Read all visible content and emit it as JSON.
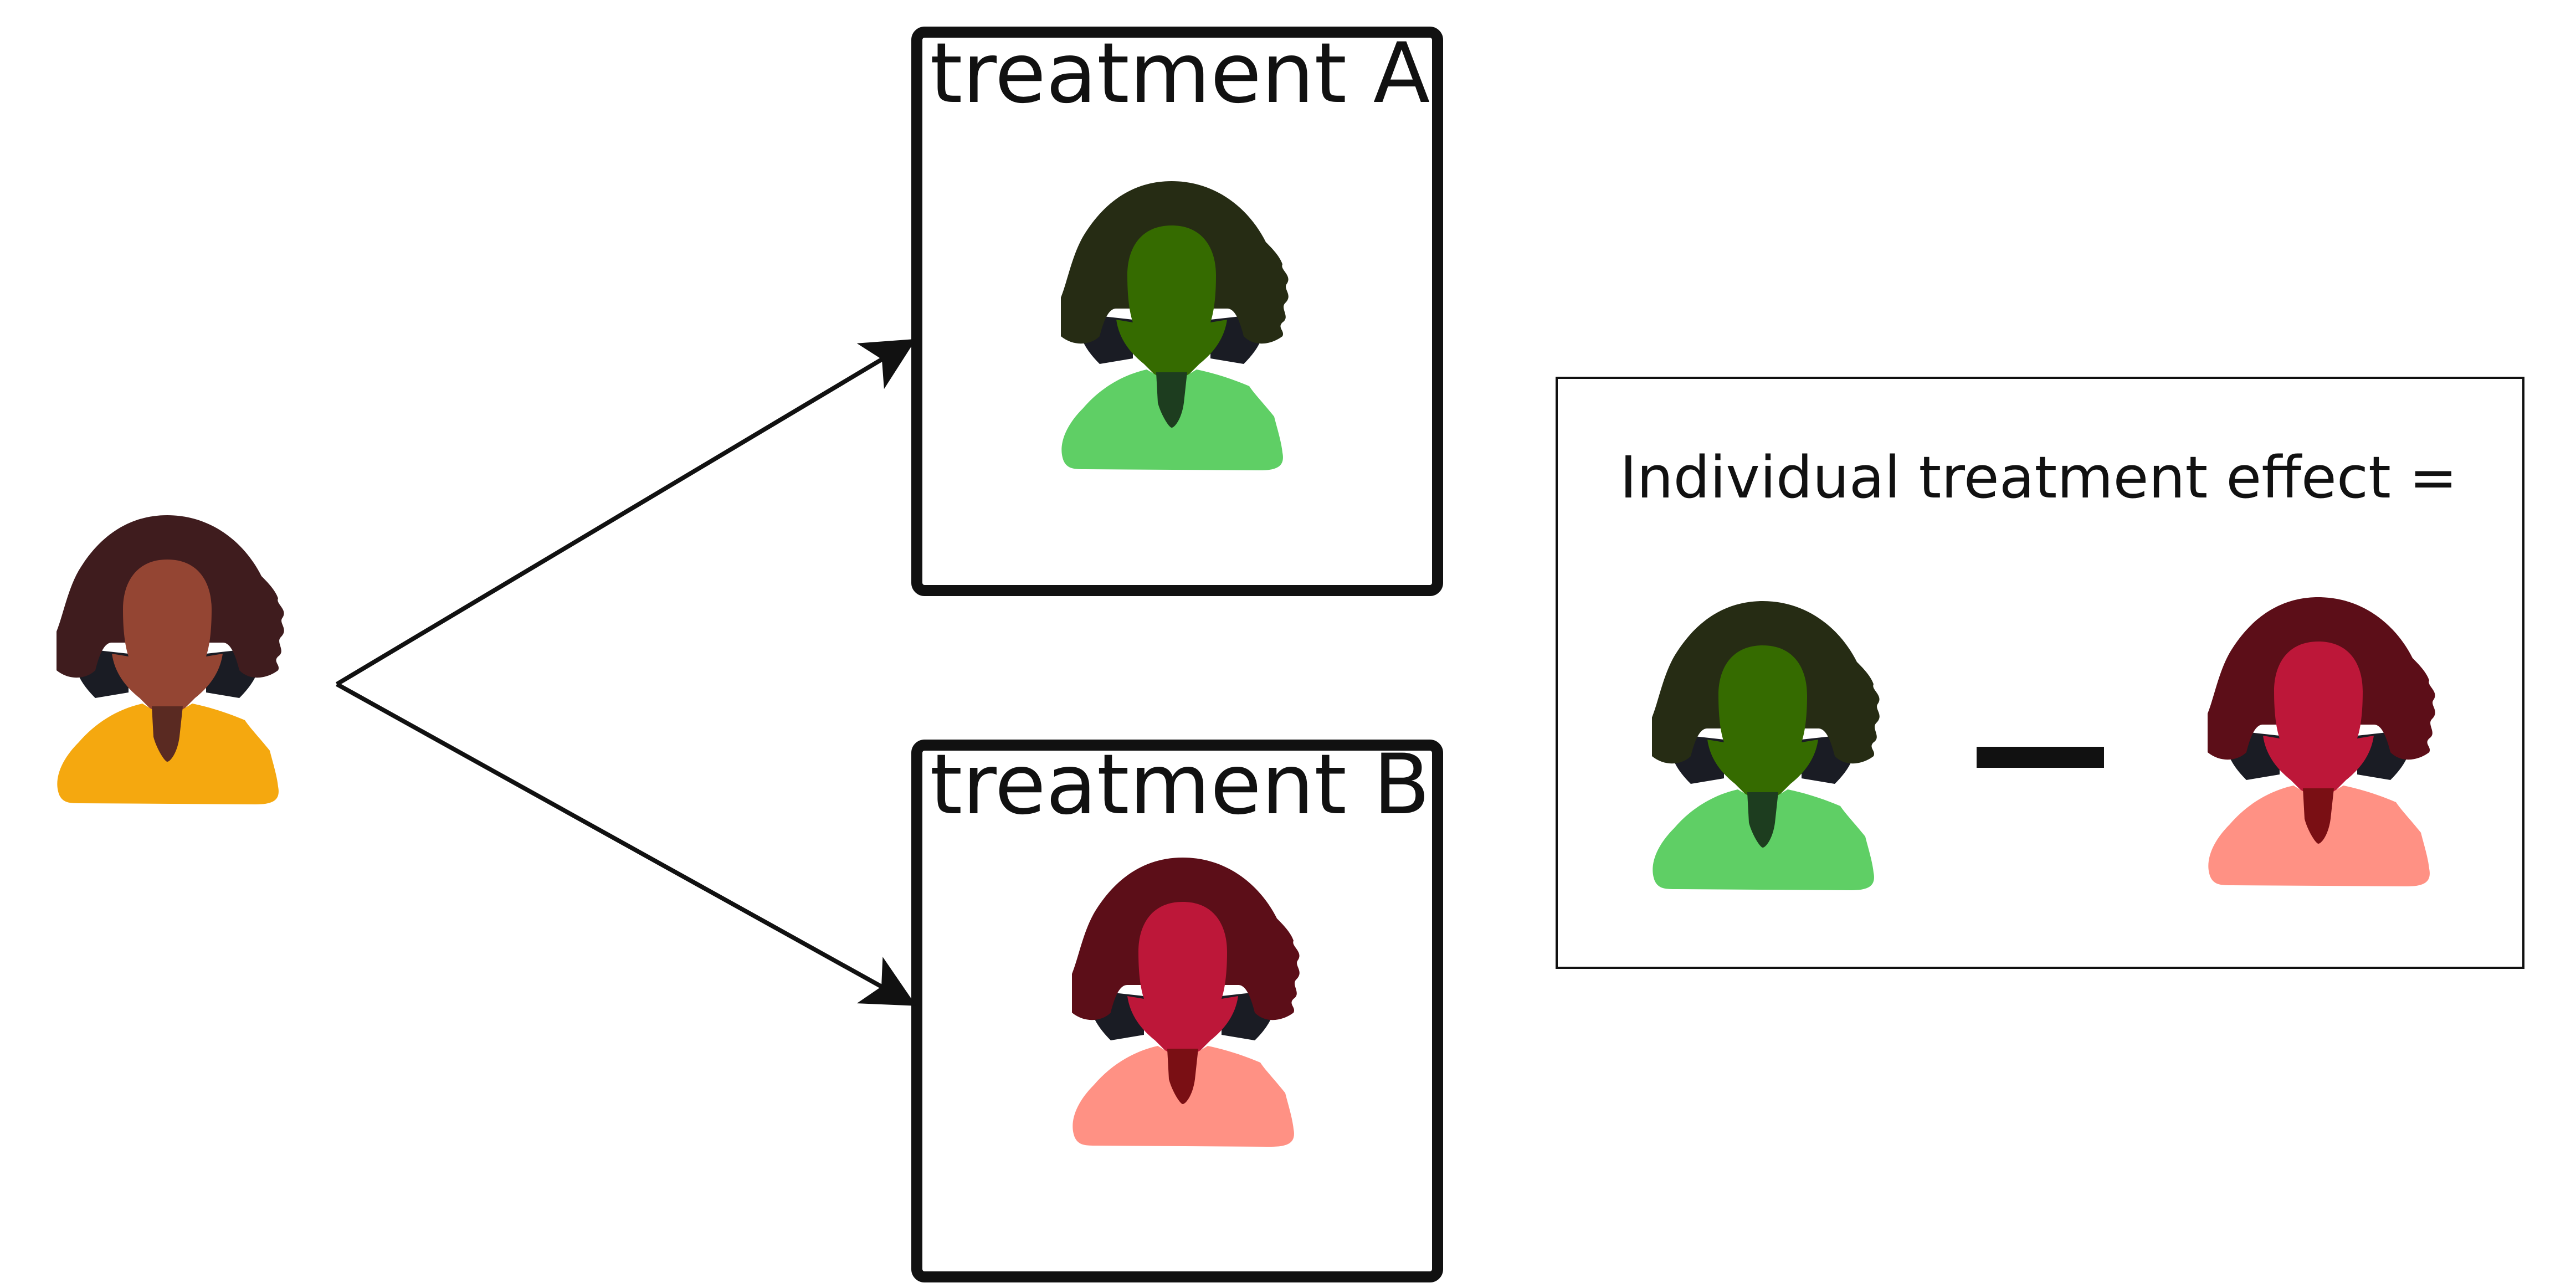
{
  "diagram": {
    "treatment_a": {
      "label": "treatment A"
    },
    "treatment_b": {
      "label": "treatment B"
    },
    "effect_panel": {
      "title": "Individual treatment effect =",
      "operator": "minus"
    }
  },
  "icons": {
    "original_person": "person-icon",
    "treated_a_person": "person-icon",
    "treated_b_person": "person-icon"
  },
  "colors": {
    "original": {
      "hair": "#3f1c1e",
      "face": "#944533",
      "collar": "#5a2a22",
      "body": "#f5a80f"
    },
    "treatment_a": {
      "hair": "#262c14",
      "face": "#356b00",
      "collar": "#1d3d1f",
      "body": "#5fcf65"
    },
    "treatment_b": {
      "hair": "#5c0e18",
      "face": "#bd1739",
      "collar": "#7a0f14",
      "body": "#ff9184"
    },
    "neck_shadow": "#1a1c24",
    "stroke": "#111111"
  }
}
